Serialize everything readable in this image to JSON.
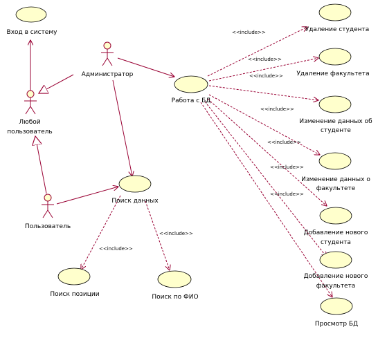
{
  "colors": {
    "line": "#990033",
    "usecase_fill": "#ffffcc",
    "usecase_stroke": "#000000",
    "actor_fill": "#ffffcc",
    "background": "#ffffff"
  },
  "actors": {
    "admin": "Администратор",
    "any_user_1": "Любой",
    "any_user_2": "пользователь",
    "user": "Пользователь"
  },
  "usecases": {
    "login": "Вход в систему",
    "work_db": "Работа с БД",
    "search": "Поиск данных",
    "search_pos": "Поиск позиции",
    "search_fio": "Поиск по ФИО",
    "del_student": "Удаление студента",
    "del_faculty": "Удаление факультета",
    "edit_student_1": "Изменение данных об",
    "edit_student_2": "студенте",
    "edit_faculty_1": "Изменение данных о",
    "edit_faculty_2": "факультете",
    "add_student_1": "Добавление нового",
    "add_student_2": "студента",
    "add_faculty_1": "Добавление нового",
    "add_faculty_2": "факультета",
    "view_db": "Просмотр БД"
  },
  "include_label": "<<include>>"
}
